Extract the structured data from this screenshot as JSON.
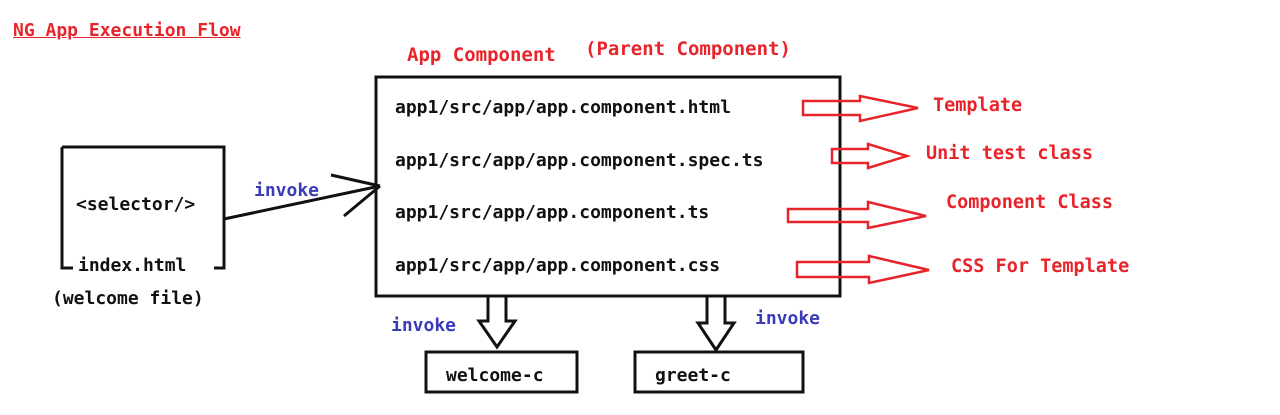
{
  "title": "NG App Execution Flow",
  "app_component": {
    "title": "App Component",
    "parent_label": "(Parent Component)",
    "files": [
      "app1/src/app/app.component.html",
      "app1/src/app/app.component.spec.ts",
      "app1/src/app/app.component.ts",
      "app1/src/app/app.component.css"
    ],
    "file_labels": [
      "Template",
      "Unit test class",
      "Component Class",
      "CSS For Template"
    ]
  },
  "index_box": {
    "selector": "<selector/>",
    "filename": "index.html",
    "note": "(welcome file)"
  },
  "invoke_label": "invoke",
  "children": {
    "welcome": "welcome-c",
    "greet": "greet-c"
  },
  "colors": {
    "red": "#e8242b",
    "blue": "#3b3bb8",
    "black": "#111111"
  }
}
